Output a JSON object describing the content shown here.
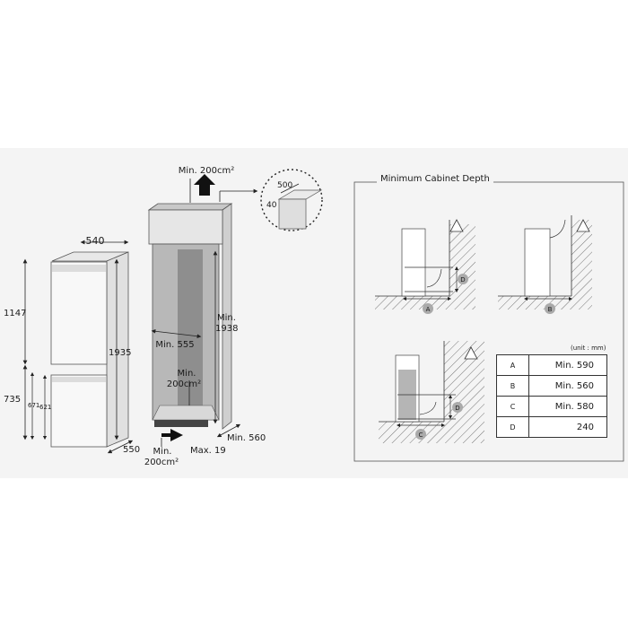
{
  "left_diagram": {
    "fridge": {
      "width": "540",
      "height_upper": "1147",
      "height_total": "1935",
      "height_lower": "735",
      "door_lower_1": "671",
      "door_lower_2": "621",
      "depth": "550"
    },
    "cabinet": {
      "top_vent": "Min. 200cm²",
      "inner_height_line1": "Min.",
      "inner_height_line2": "1938",
      "inner_width": "Min. 555",
      "rear_vent_line1": "Min.",
      "rear_vent_line2": "200cm²",
      "bottom_vent_line1": "Min.",
      "bottom_vent_line2": "200cm²",
      "plinth_gap": "Max. 19",
      "depth": "Min. 560"
    },
    "detail_callout": {
      "length": "500",
      "height": "40"
    }
  },
  "right_panel": {
    "title": "Minimum Cabinet Depth",
    "diagram_labels": [
      "A",
      "B",
      "C",
      "D"
    ],
    "unit_note": "(unit : mm)",
    "legend": [
      {
        "key": "A",
        "value": "Min. 590"
      },
      {
        "key": "B",
        "value": "Min. 560"
      },
      {
        "key": "C",
        "value": "Min. 580"
      },
      {
        "key": "D",
        "value": "240"
      }
    ]
  }
}
